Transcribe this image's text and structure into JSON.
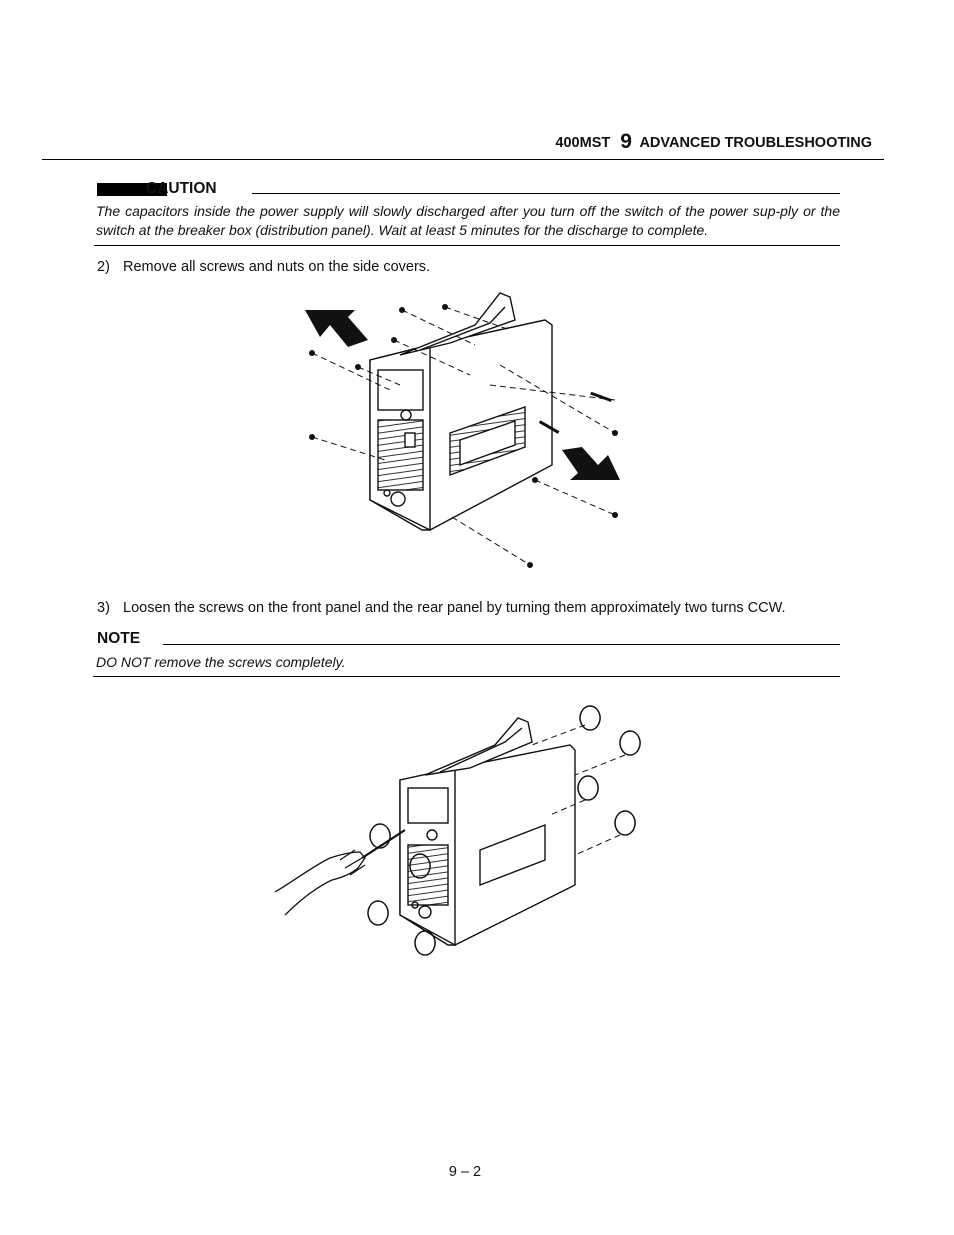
{
  "header": {
    "model": "400MST",
    "chapter_number": "9",
    "chapter_title": "ADVANCED TROUBLESHOOTING"
  },
  "caution": {
    "title": "CAUTION",
    "text": "The capacitors inside the power supply will slowly discharged after you turn off the switch of the power sup-ply or the switch at the breaker box (distribution panel). Wait at least 5 minutes for the discharge to complete."
  },
  "steps": [
    {
      "number": "2)",
      "text": "Remove all screws and nuts on the side covers."
    },
    {
      "number": "3)",
      "text": "Loosen the screws on the front panel and the rear panel by turning them approximately two turns CCW."
    }
  ],
  "note": {
    "title": "NOTE",
    "text": "DO NOT remove the screws completely."
  },
  "figures": [
    {
      "icon": "side-cover-removal-illustration"
    },
    {
      "icon": "loosen-panel-screws-illustration"
    }
  ],
  "footer": {
    "page_number": "9 – 2"
  }
}
